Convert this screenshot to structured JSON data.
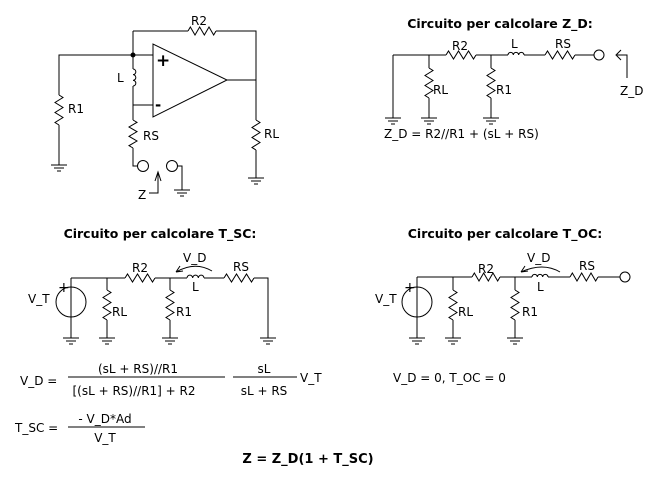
{
  "main_circuit": {
    "labels": {
      "r2": "R2",
      "r1": "R1",
      "l": "L",
      "rs": "RS",
      "rl": "RL",
      "z": "Z",
      "plus": "+",
      "minus": "-"
    }
  },
  "zd_circuit": {
    "title": "Circuito per calcolare Z_D:",
    "labels": {
      "r2": "R2",
      "l": "L",
      "rs": "RS",
      "rl": "RL",
      "r1": "R1",
      "zd": "Z_D"
    },
    "formula": "Z_D = R2//R1 + (sL + RS)"
  },
  "tsc_circuit": {
    "title": "Circuito per calcolare T_SC:",
    "labels": {
      "vt": "V_T",
      "plus": "+",
      "r2": "R2",
      "vd": "V_D",
      "l": "L",
      "rs": "RS",
      "rl": "RL",
      "r1": "R1"
    },
    "vd_formula": {
      "lhs": "V_D =",
      "frac1_num": "(sL + RS)//R1",
      "frac1_den": "[(sL + RS)//R1] + R2",
      "frac2_num": "sL",
      "frac2_den": "sL + RS",
      "tail": "V_T"
    },
    "tsc_formula": {
      "lhs": "T_SC =",
      "num": "- V_D*Ad",
      "den": "V_T"
    }
  },
  "toc_circuit": {
    "title": "Circuito per calcolare T_OC:",
    "labels": {
      "vt": "V_T",
      "plus": "+",
      "r2": "R2",
      "vd": "V_D",
      "l": "L",
      "rs": "RS",
      "rl": "RL",
      "r1": "R1"
    },
    "formula": "V_D = 0,  T_OC = 0"
  },
  "final_formula": "Z = Z_D(1 + T_SC)"
}
